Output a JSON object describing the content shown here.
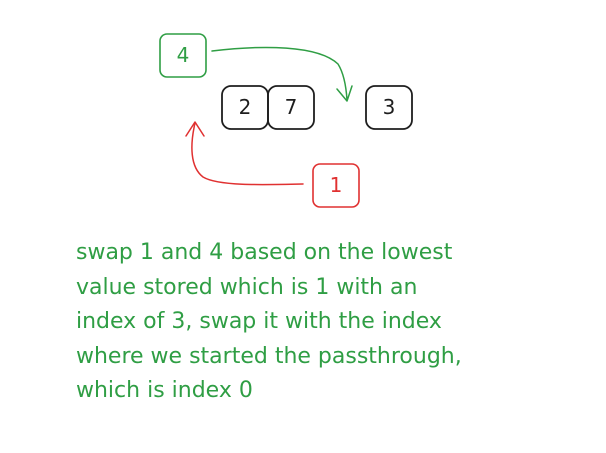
{
  "boxes": {
    "green": {
      "label": "4",
      "color": "#2f9e44"
    },
    "black_a": {
      "label": "2",
      "color": "#1e1e1e"
    },
    "black_b": {
      "label": "7",
      "color": "#1e1e1e"
    },
    "black_c": {
      "label": "3",
      "color": "#1e1e1e"
    },
    "red": {
      "label": "1",
      "color": "#e03131"
    }
  },
  "caption": {
    "text": "swap 1 and 4 based on the lowest\nvalue stored which is 1 with an\nindex of 3, swap it with the index\nwhere we started the passthrough,\nwhich is index 0",
    "color": "#2f9e44"
  }
}
